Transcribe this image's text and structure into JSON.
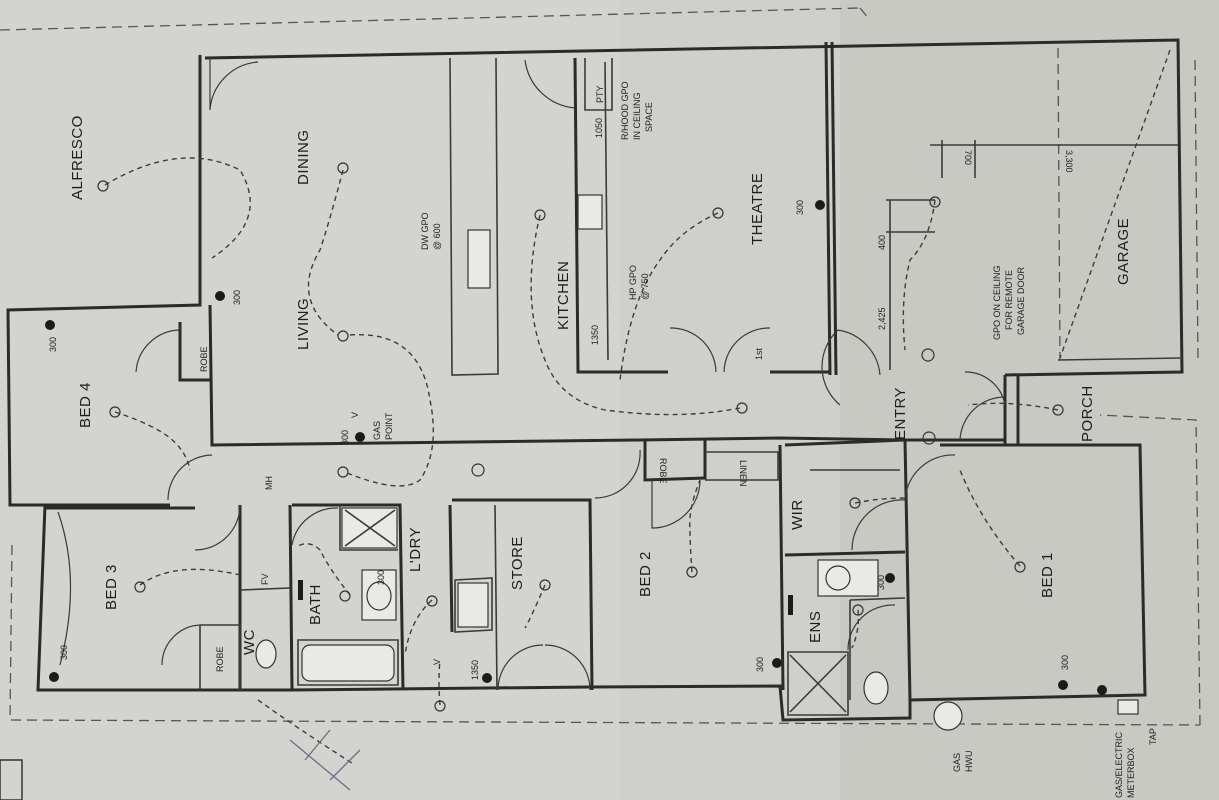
{
  "rooms": {
    "alfresco": "ALFRESCO",
    "dining": "DINING",
    "living": "LIVING",
    "kitchen": "KITCHEN",
    "theatre": "THEATRE",
    "garage": "GARAGE",
    "bed4": "BED 4",
    "bed3": "BED 3",
    "bed2": "BED 2",
    "bed1": "BED 1",
    "bath": "BATH",
    "wc": "WC",
    "laundry": "L'DRY",
    "store": "STORE",
    "ens": "ENS",
    "wir": "WIR",
    "entry": "ENTRY",
    "porch": "PORCH"
  },
  "cupboards": {
    "robe_bed4": "ROBE",
    "robe_bed3": "ROBE",
    "robe_bed2": "ROBE",
    "linen": "LINEN",
    "pty": "PTY",
    "mh": "MH"
  },
  "notes": {
    "dw_gpo": "DW GPO",
    "dw_gpo_height": "@ 600",
    "rhood_1": "R/HOOD GPO",
    "rhood_2": "IN CEILING",
    "rhood_3": "SPACE",
    "hp_gpo": "HP GPO",
    "hp_gpo_height": "@ 750",
    "gas_point_1": "GAS",
    "gas_point_2": "POINT",
    "garage_gpo_1": "GPO ON CEILING",
    "garage_gpo_2": "FOR REMOTE",
    "garage_gpo_3": "GARAGE DOOR",
    "gas_hwu_1": "GAS",
    "gas_hwu_2": "HWU",
    "meterbox_1": "GAS/ELECTRIC",
    "meterbox_2": "METERBOX",
    "tap": "TAP",
    "fv": "FV",
    "v": "V"
  },
  "dimensions": {
    "d1050": "1050",
    "d1350_kitchen": "1350",
    "d1350_laundry": "1350",
    "d700": "700",
    "d3300": "3,300",
    "d400": "400",
    "d2425": "2,425",
    "d300_alfresco": "300",
    "d300_bed4": "300",
    "d300_living": "300",
    "d300_theatre": "300",
    "d300_bed3": "300",
    "d300_bed2": "300",
    "d300_ens": "300",
    "d300_bed1": "300",
    "d300_bath": "300",
    "d1st": "1st"
  }
}
